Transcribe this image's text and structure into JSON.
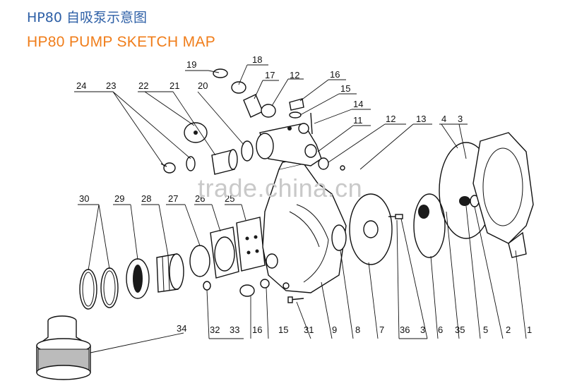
{
  "title_cn": "HP80  自吸泵示意图",
  "title_en": "HP80 PUMP SKETCH MAP",
  "watermark": "trade.china.cn",
  "labels": [
    "1",
    "2",
    "3",
    "4",
    "5",
    "6",
    "7",
    "8",
    "9",
    "11",
    "12",
    "12",
    "13",
    "14",
    "15",
    "15",
    "16",
    "16",
    "17",
    "18",
    "19",
    "20",
    "21",
    "22",
    "23",
    "24",
    "25",
    "26",
    "27",
    "28",
    "29",
    "30",
    "31",
    "32",
    "33",
    "34",
    "35",
    "36",
    "3"
  ]
}
